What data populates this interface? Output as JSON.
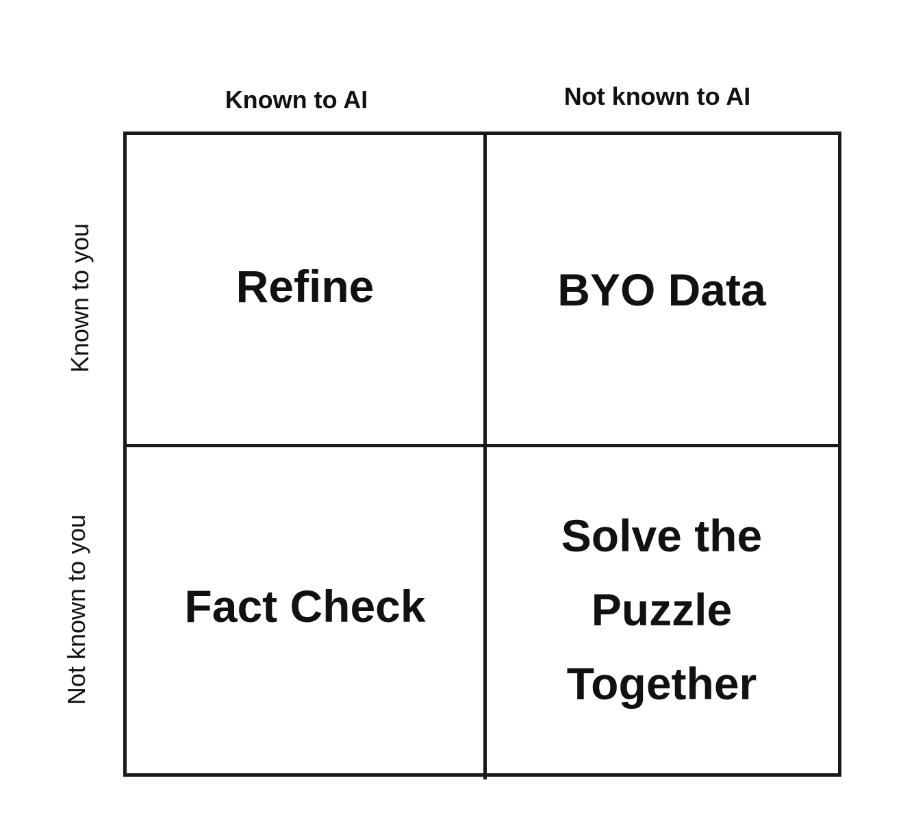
{
  "columns": [
    "Known to AI",
    "Not known to AI"
  ],
  "rows": [
    "Known to you",
    "Not known to you"
  ],
  "cells": {
    "top_left": "Refine",
    "top_right": "BYO Data",
    "bottom_left": "Fact Check",
    "bottom_right": [
      "Solve the",
      "Puzzle",
      "Together"
    ]
  }
}
